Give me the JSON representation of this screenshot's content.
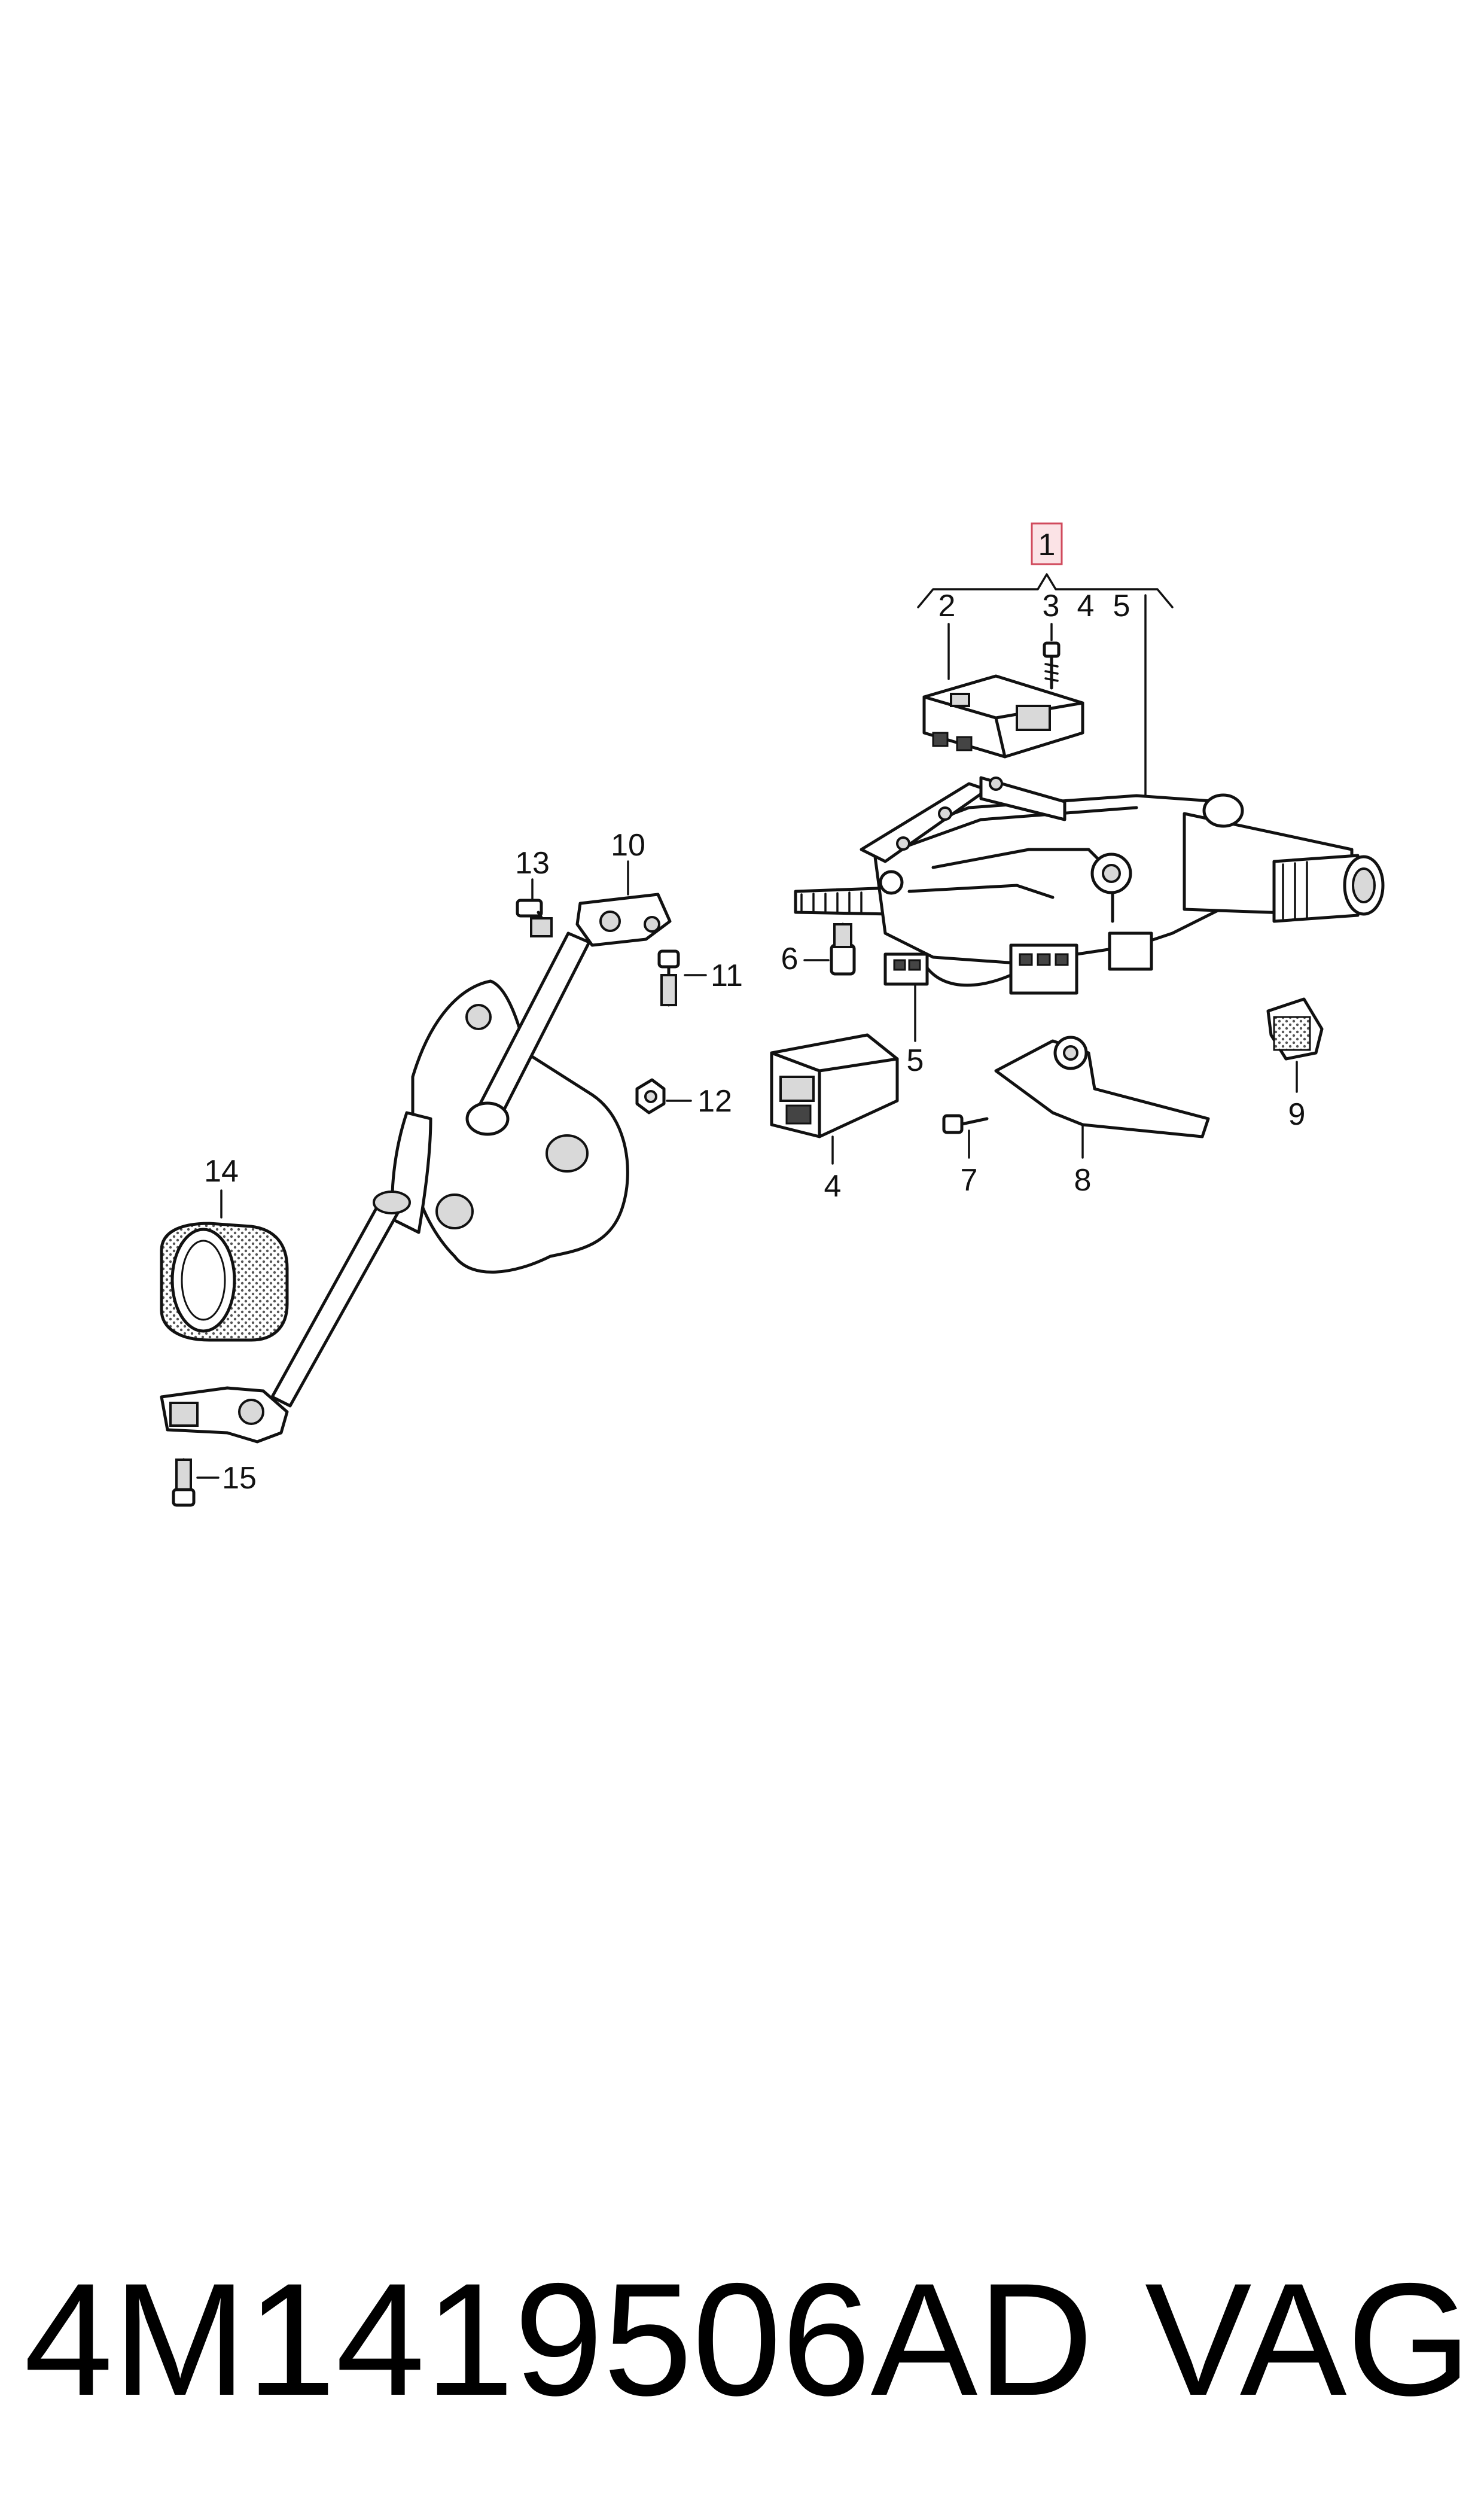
{
  "callouts": {
    "c1": "1",
    "c2": "2",
    "c3": "3",
    "c4a": "4",
    "c5a": "5",
    "c4": "4",
    "c5": "5",
    "c6": "6",
    "c7": "7",
    "c8": "8",
    "c9": "9",
    "c10": "10",
    "c11": "11",
    "c12": "12",
    "c13": "13",
    "c14": "14",
    "c15": "15"
  },
  "highlight_color": "#e8a0a8",
  "footer": {
    "part_number": "4M1419506AD",
    "brand": "VAG"
  }
}
